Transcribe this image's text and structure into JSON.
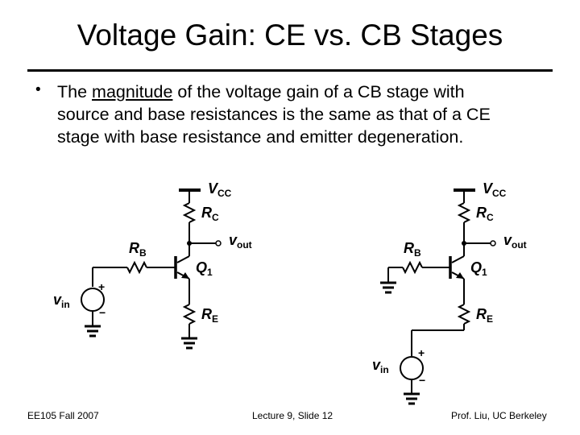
{
  "slide": {
    "title": "Voltage Gain: CE vs. CB Stages",
    "bullet_marker": "•",
    "bullet_parts": {
      "before": "The ",
      "underlined": "magnitude",
      "after": " of the voltage gain of a CB stage with"
    },
    "bullet_line2": "source and base resistances is the same as that of a CE",
    "bullet_line3": "stage with base resistance and emitter degeneration."
  },
  "circuits": {
    "left": {
      "vcc": "V",
      "vcc_sub": "CC",
      "rc": "R",
      "rc_sub": "C",
      "vout": "v",
      "vout_sub": "out",
      "rb": "R",
      "rb_sub": "B",
      "q": "Q",
      "q_sub": "1",
      "re": "R",
      "re_sub": "E",
      "vin": "v",
      "vin_sub": "in",
      "plus": "+",
      "minus": "−"
    },
    "right": {
      "vcc": "V",
      "vcc_sub": "CC",
      "rc": "R",
      "rc_sub": "C",
      "vout": "v",
      "vout_sub": "out",
      "rb": "R",
      "rb_sub": "B",
      "q": "Q",
      "q_sub": "1",
      "re": "R",
      "re_sub": "E",
      "vin": "v",
      "vin_sub": "in",
      "plus": "+",
      "minus": "−"
    }
  },
  "footer": {
    "left": "EE105 Fall 2007",
    "center": "Lecture 9, Slide 12",
    "right": "Prof. Liu, UC Berkeley"
  }
}
